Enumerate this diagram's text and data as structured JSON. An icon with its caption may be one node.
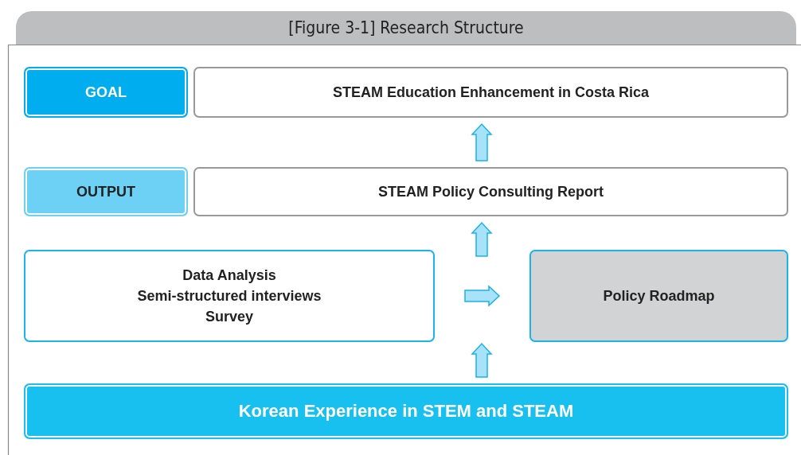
{
  "diagram": {
    "title": "[Figure 3-1] Research Structure",
    "nodes": [
      {
        "text": [
          "GOAL"
        ]
      },
      {
        "text": [
          "STEAM Education Enhancement in Costa Rica"
        ]
      },
      {
        "text": [
          "OUTPUT"
        ]
      },
      {
        "text": [
          "STEAM Policy Consulting Report"
        ]
      },
      {
        "text": [
          "Data Analysis",
          "Semi-structured interviews",
          "Survey"
        ]
      },
      {
        "text": [
          "Policy Roadmap"
        ]
      },
      {
        "text": [
          "Korean Experience in STEM and STEAM"
        ]
      }
    ],
    "edges": [
      {
        "from": 3,
        "to": 1,
        "arrow": "to"
      },
      {
        "from": null,
        "to": 3,
        "arrow": "to"
      },
      {
        "from": 4,
        "to": 5,
        "arrow": "to"
      },
      {
        "from": 6,
        "to": null,
        "arrow": "to"
      }
    ]
  }
}
